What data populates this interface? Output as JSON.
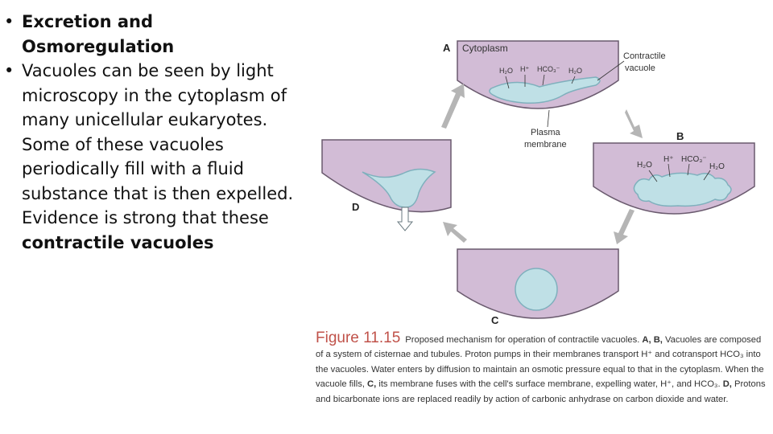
{
  "bullets": {
    "b1": "Excretion and Osmoregulation",
    "b2_text": "Vacuoles can be seen by light microscopy in the cytoplasm of many unicellular eukaryotes. Some of these vacuoles periodically fill with a fluid substance that is then expelled. Evidence is strong that these ",
    "b2_bold": "contractile vacuoles"
  },
  "figure": {
    "panel_a_label": "A",
    "panel_b_label": "B",
    "panel_c_label": "C",
    "panel_d_label": "D",
    "cytoplasm_label": "Cytoplasm",
    "contractile_label_1": "Contractile",
    "contractile_label_2": "vacuole",
    "plasma_label_1": "Plasma",
    "plasma_label_2": "membrane",
    "ion_h2o": "H₂O",
    "ion_h": "H⁺",
    "ion_hco3": "HCO₃⁻",
    "colors": {
      "cytoplasm": "#d2bcd6",
      "vacuole": "#bfe0e6",
      "vacuole_edge": "#7fb0bd",
      "arrow": "#b5b5b5"
    }
  },
  "caption": {
    "title": "Figure 11.15",
    "text_1": "Proposed mechanism for operation of contractile vacuoles. ",
    "bold_1": "A, B,",
    "text_2": " Vacuoles are composed of a system of cisternae and tubules. Proton pumps in their membranes transport H⁺ and cotransport HCO₃ into the vacuoles. Water enters by diffusion to maintain an osmotic pressure equal to that in the cytoplasm. When the vacuole fills, ",
    "bold_2": "C,",
    "text_3": " its membrane fuses with the cell's surface membrane, expelling water, H⁺, and HCO₃. ",
    "bold_3": "D,",
    "text_4": " Protons and bicarbonate ions are replaced readily by action of carbonic anhydrase on carbon dioxide and water."
  }
}
